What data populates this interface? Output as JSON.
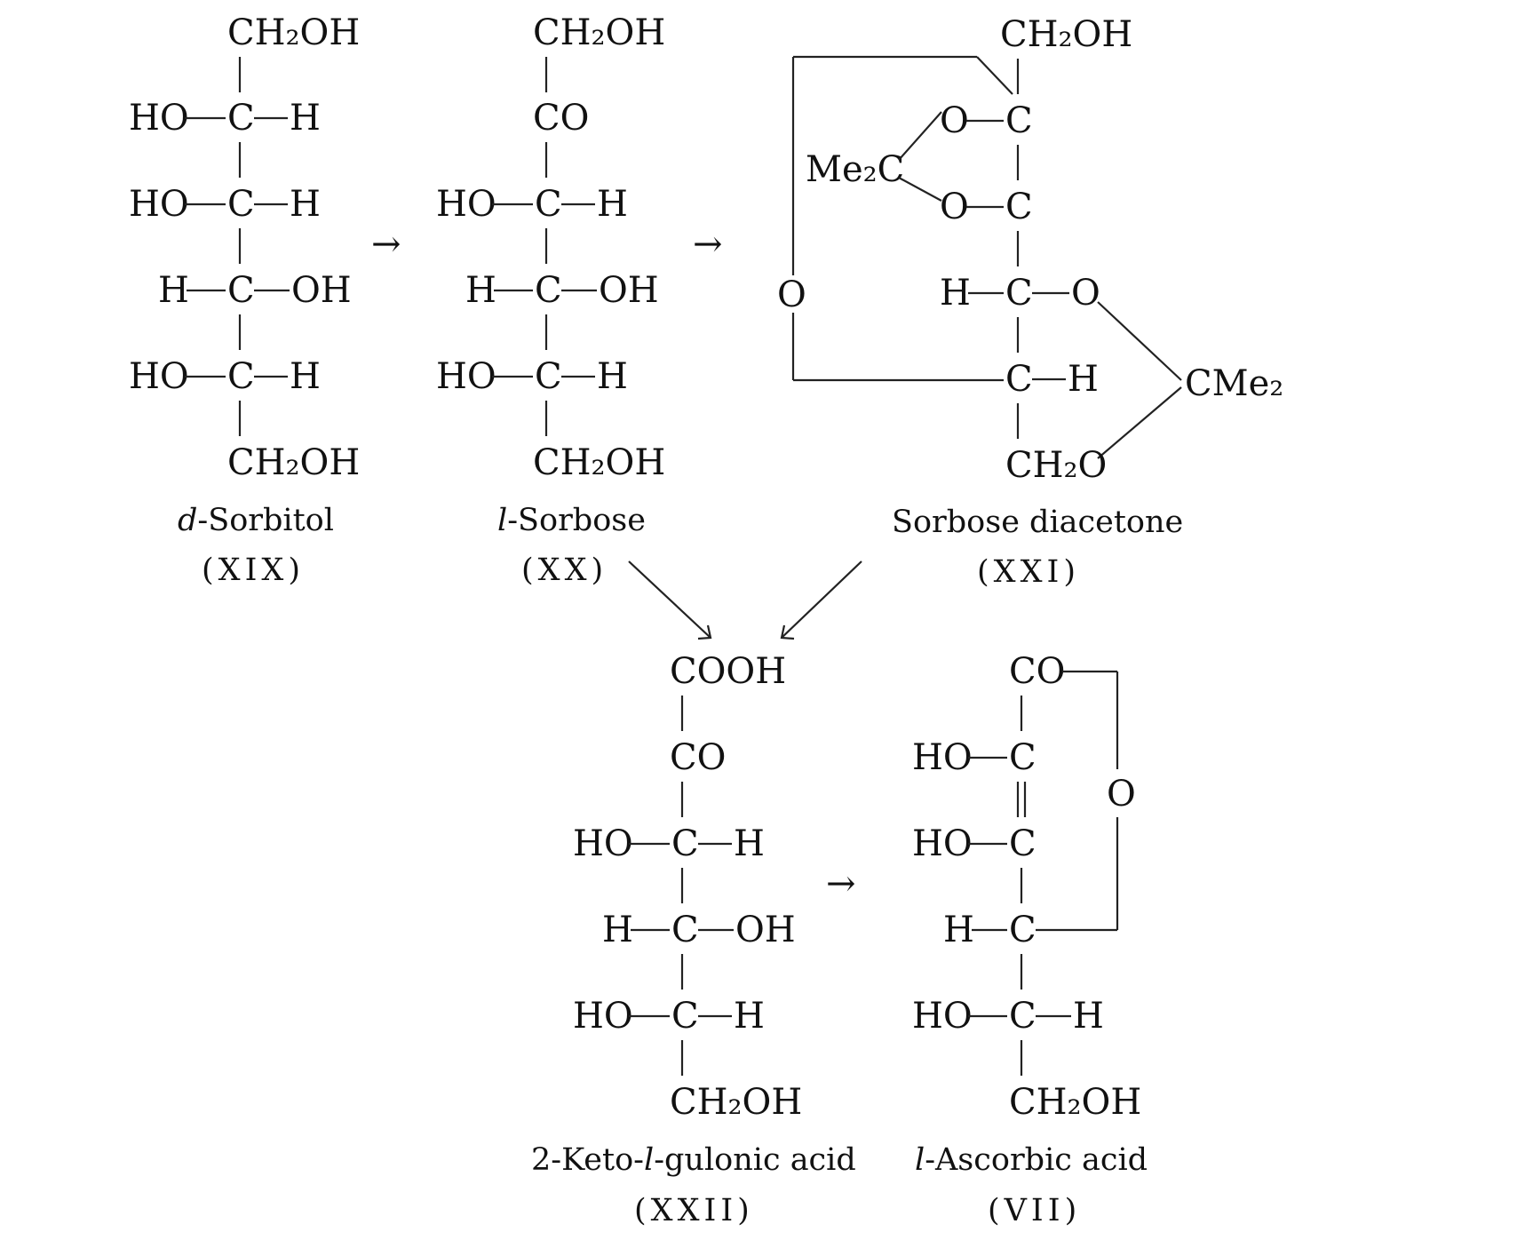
{
  "structures": {
    "sorbitol": {
      "label": "CH₂OH",
      "row1_left": "HO",
      "row1_c": "C",
      "row1_right": "H",
      "row2_left": "HO",
      "row2_c": "C",
      "row2_right": "H",
      "row3_left": "H",
      "row3_c": "C",
      "row3_right": "OH",
      "row4_left": "HO",
      "row4_c": "C",
      "row4_right": "H",
      "bottom": "CH₂OH",
      "name_prefix": "d",
      "name_rest": "-Sorbitol",
      "numeral": "(XIX)"
    },
    "sorbose": {
      "top": "CH₂OH",
      "co": "CO",
      "row1_left": "HO",
      "row1_c": "C",
      "row1_right": "H",
      "row2_left": "H",
      "row2_c": "C",
      "row2_right": "OH",
      "row3_left": "HO",
      "row3_c": "C",
      "row3_right": "H",
      "bottom": "CH₂OH",
      "name_prefix": "l",
      "name_rest": "-Sorbose",
      "numeral": "(XX)"
    },
    "diacetone": {
      "top": "CH₂OH",
      "o1": "O",
      "c1": "C",
      "me2c": "Me₂C",
      "o2": "O",
      "c2": "C",
      "ring_o": "O",
      "row_h": "H",
      "row_c": "C",
      "row_o": "O",
      "c4": "C",
      "c4_h": "H",
      "cme2": "CMe₂",
      "bottom": "CH₂O",
      "name": "Sorbose diacetone",
      "numeral": "(XXI)"
    },
    "keto_acid": {
      "top": "COOH",
      "co": "CO",
      "row1_left": "HO",
      "row1_c": "C",
      "row1_right": "H",
      "row2_left": "H",
      "row2_c": "C",
      "row2_right": "OH",
      "row3_left": "HO",
      "row3_c": "C",
      "row3_right": "H",
      "bottom": "CH₂OH",
      "name_a": "2-Keto-",
      "name_prefix": "l",
      "name_b": "-gulonic acid",
      "numeral": "(XXII)"
    },
    "ascorbic": {
      "top": "CO",
      "row1_left": "HO",
      "row1_c": "C",
      "ring_o": "O",
      "row2_left": "HO",
      "row2_c": "C",
      "row3_left": "H",
      "row3_c": "C",
      "row4_left": "HO",
      "row4_c": "C",
      "row4_right": "H",
      "bottom": "CH₂OH",
      "name_prefix": "l",
      "name_rest": "-Ascorbic acid",
      "numeral": "(VII)"
    }
  },
  "arrows": {
    "step1": "→",
    "step2": "→",
    "step3": "→"
  }
}
